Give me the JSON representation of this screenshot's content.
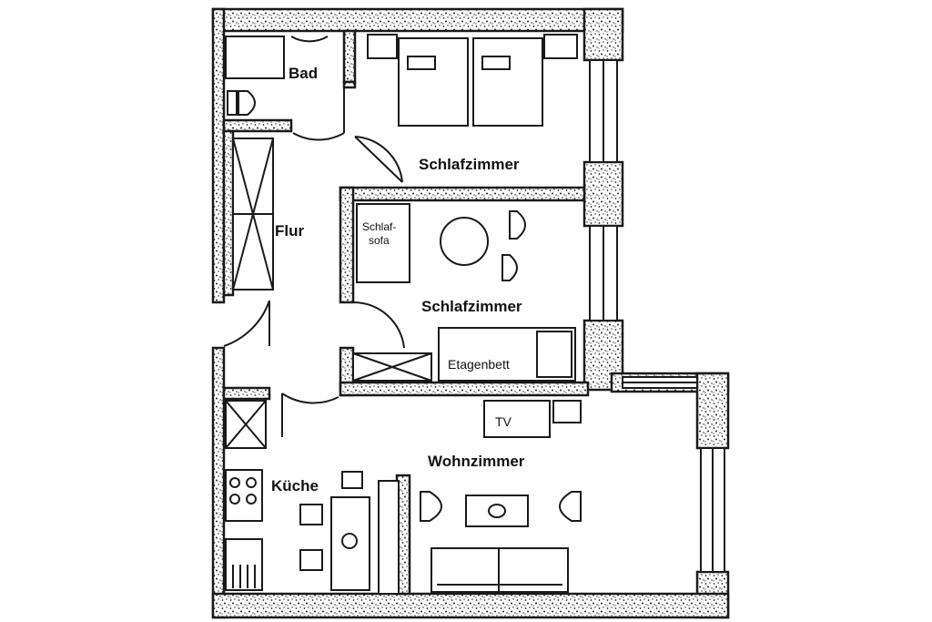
{
  "rooms": {
    "bathroom": "Bad",
    "bedroom_1": "Schlafzimmer",
    "hallway": "Flur",
    "bedroom_2": "Schlafzimmer",
    "kitchen": "Küche",
    "living_room": "Wohnzimmer"
  },
  "furniture": {
    "sofa_bed_line1": "Schlaf-",
    "sofa_bed_line2": "sofa",
    "bunk_bed": "Etagenbett",
    "tv": "TV"
  },
  "colors": {
    "ink": "#1a1a1a",
    "paper": "#ffffff"
  }
}
